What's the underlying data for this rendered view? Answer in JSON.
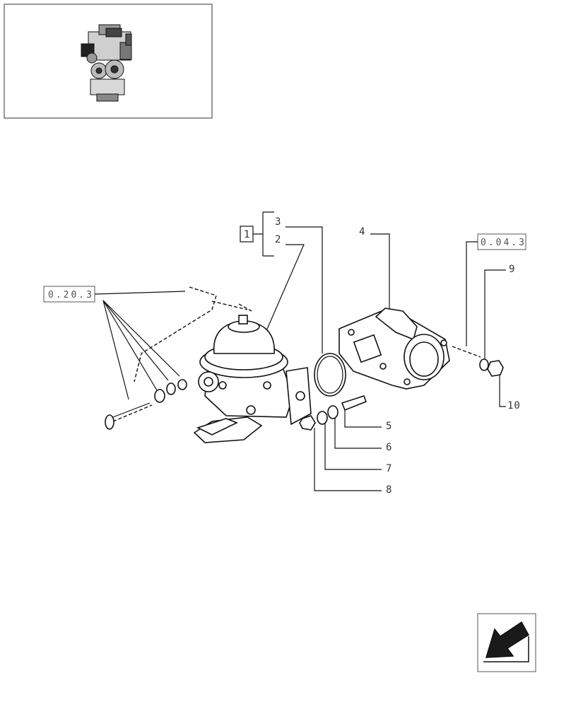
{
  "refs": {
    "r1": "0.20.3",
    "r2": "0.04.3"
  },
  "group_box": "1",
  "callouts": {
    "c2": "2",
    "c3": "3",
    "c4": "4",
    "c5": "5",
    "c6": "6",
    "c7": "7",
    "c8": "8",
    "c9": "9",
    "c10": "10"
  },
  "icons": {
    "thumbnail": "engine-thumbnail-icon",
    "nav": "back-arrow-icon"
  },
  "colors": {
    "line": "#111111",
    "nav_fill": "#1a1a1a"
  }
}
